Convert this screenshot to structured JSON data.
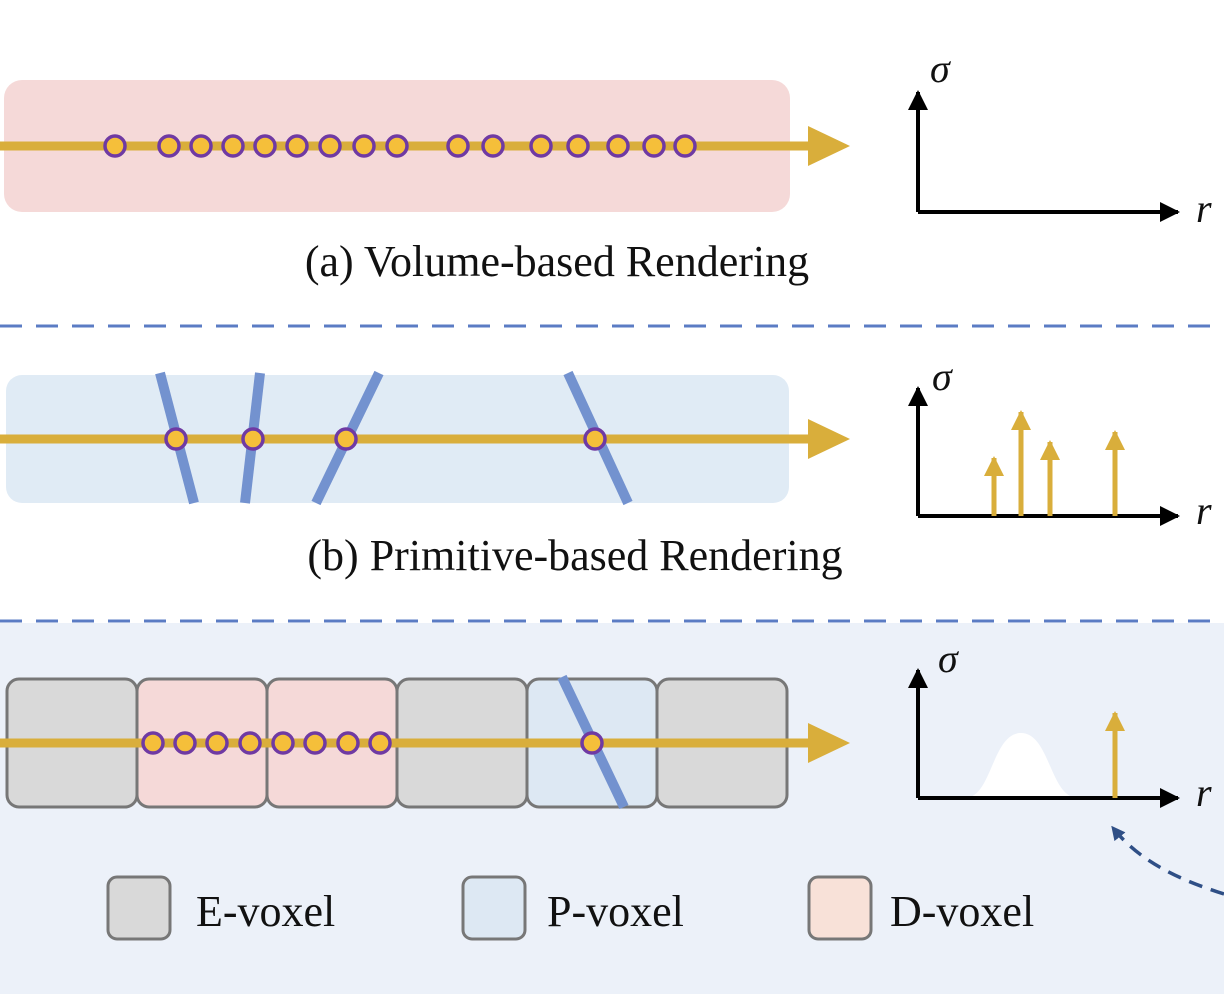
{
  "panels": {
    "a": {
      "caption": "(a) Volume-based Rendering",
      "axis_y": "σ",
      "axis_x": "r"
    },
    "b": {
      "caption": "(b) Primitive-based Rendering",
      "axis_y": "σ",
      "axis_x": "r"
    },
    "c": {
      "axis_y": "σ",
      "axis_x": "r"
    }
  },
  "legend": {
    "items": [
      {
        "label": "E-voxel",
        "color": "#d9d9d9"
      },
      {
        "label": "P-voxel",
        "color": "#dde8f3"
      },
      {
        "label": "D-voxel",
        "color": "#f8e1d8"
      }
    ]
  },
  "colors": {
    "ray": "#d9ae3b",
    "sample_fill": "#f5bf3a",
    "sample_stroke": "#6f3aa3",
    "primitive": "#7392cf",
    "panel_a_bg": "#f5d9d8",
    "panel_b_bg": "#e0ebf5",
    "panel_c_bg": "#ecf1f9",
    "dashed_line": "#5b7cc4",
    "voxel_border": "#777777"
  }
}
